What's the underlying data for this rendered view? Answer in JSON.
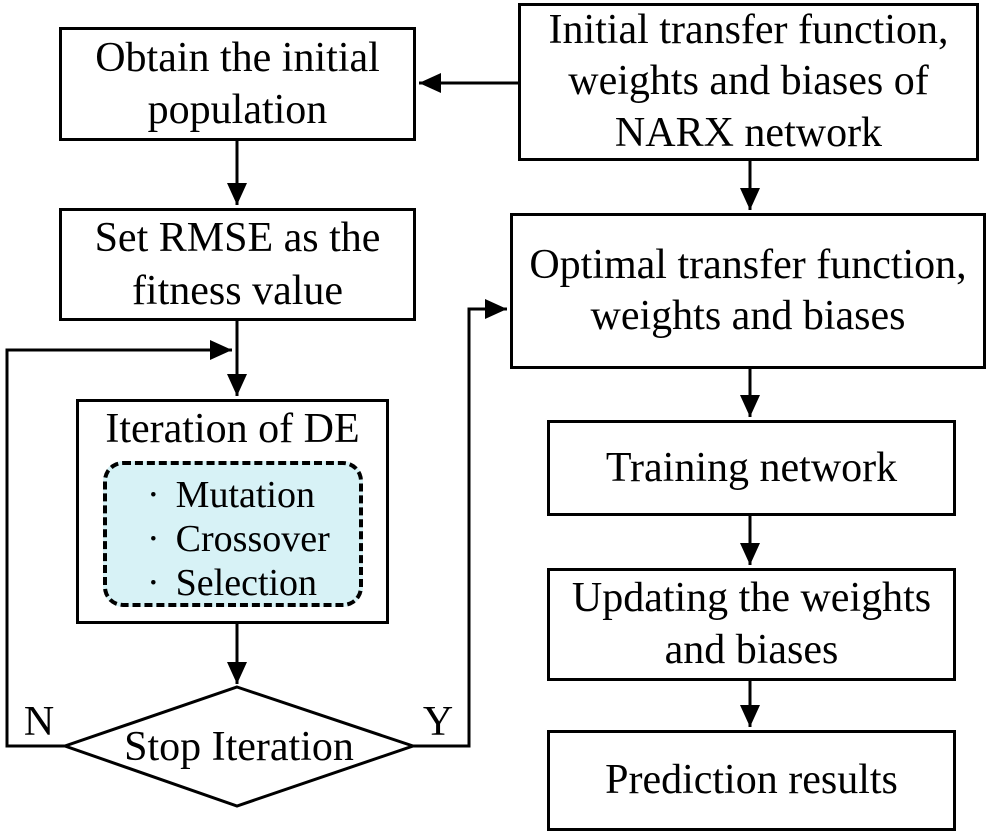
{
  "nodes": {
    "obtain": {
      "label": "Obtain the initial\npopulation"
    },
    "initial": {
      "label": "Initial transfer function,\nweights and biases of\nNARX network"
    },
    "rmse": {
      "label": "Set RMSE as the\nfitness value"
    },
    "iteration": {
      "title": "Iteration of DE",
      "bullet": "·",
      "steps": [
        "Mutation",
        "Crossover",
        "Selection"
      ]
    },
    "decision": {
      "label": "Stop Iteration",
      "no_label": "N",
      "yes_label": "Y"
    },
    "optimal": {
      "label": "Optimal transfer function,\nweights and biases"
    },
    "training": {
      "label": "Training network"
    },
    "updating": {
      "label": "Updating the weights\nand biases"
    },
    "prediction": {
      "label": "Prediction results"
    }
  },
  "colors": {
    "background": "#ffffff",
    "stroke": "#000000",
    "text": "#000000",
    "steps_fill": "#d7f2f6"
  }
}
